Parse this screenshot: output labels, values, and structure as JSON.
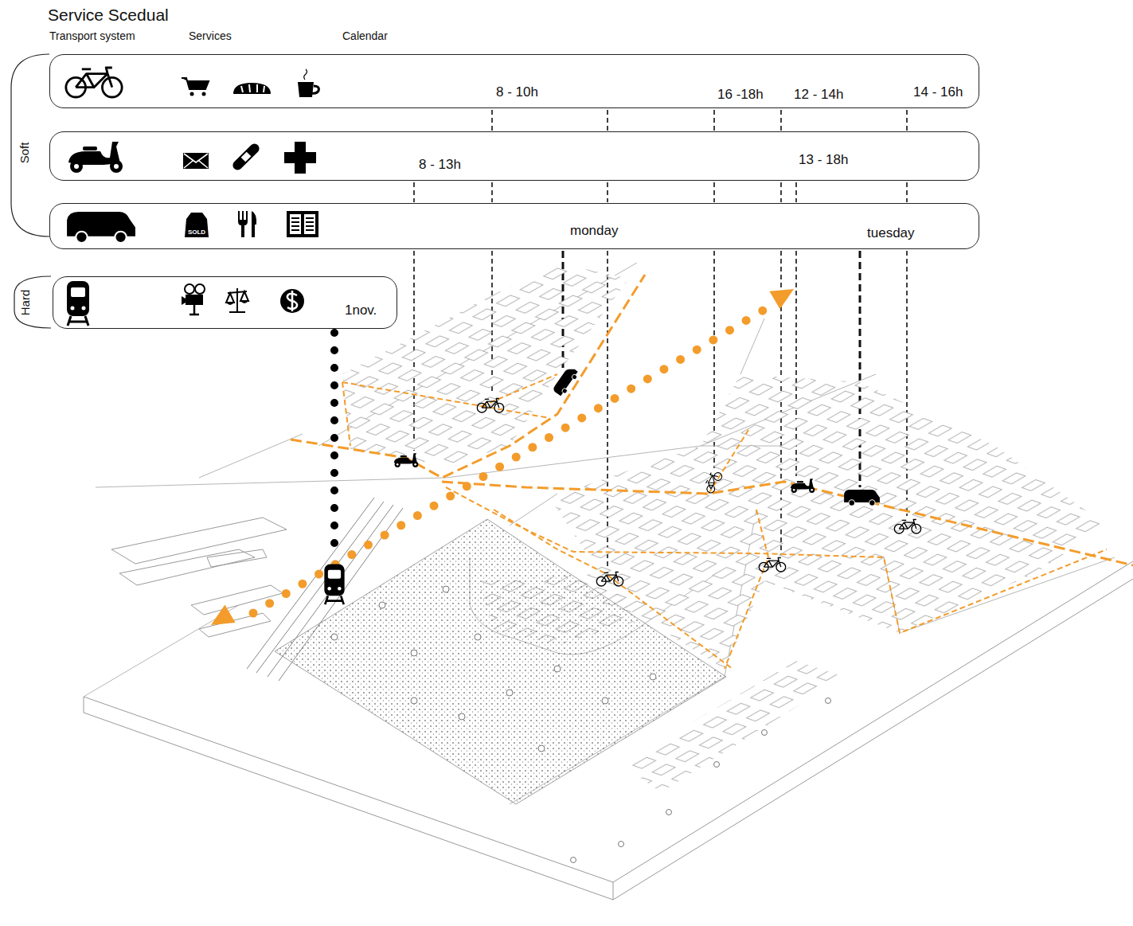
{
  "diagram": {
    "title": "Service Scedual",
    "nodes": [
      {
        "text": [
          "8 - 10h",
          "16 -18h",
          "12 - 14h",
          "14 - 16h"
        ]
      },
      {
        "text": [
          "8 - 13h",
          "13 - 18h"
        ]
      },
      {
        "text": [
          "monday",
          "tuesday"
        ]
      },
      {
        "text": [
          "1nov."
        ]
      }
    ],
    "labels": [
      "Transport system",
      "Services",
      "Calendar",
      "Soft",
      "Hard",
      "SOLD"
    ]
  }
}
